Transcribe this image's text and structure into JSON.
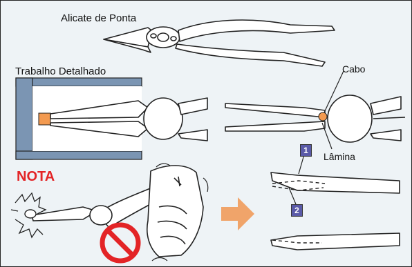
{
  "labels": {
    "title": "Alicate de Ponta",
    "detail": "Trabalho Detalhado",
    "cabo": "Cabo",
    "lamina": "Lâmina",
    "nota": "NOTA",
    "badge1": "1",
    "badge2": "2"
  },
  "colors": {
    "background": "#eef3f6",
    "wall": "#7b95b3",
    "workpiece": "#f39a50",
    "arrow": "#f0a46a",
    "nota": "#e32426",
    "badge": "#5a5aa8",
    "prohibit": "#e32426"
  },
  "icons": {
    "arrow": "right-arrow-icon",
    "prohibit": "no-symbol-icon"
  }
}
